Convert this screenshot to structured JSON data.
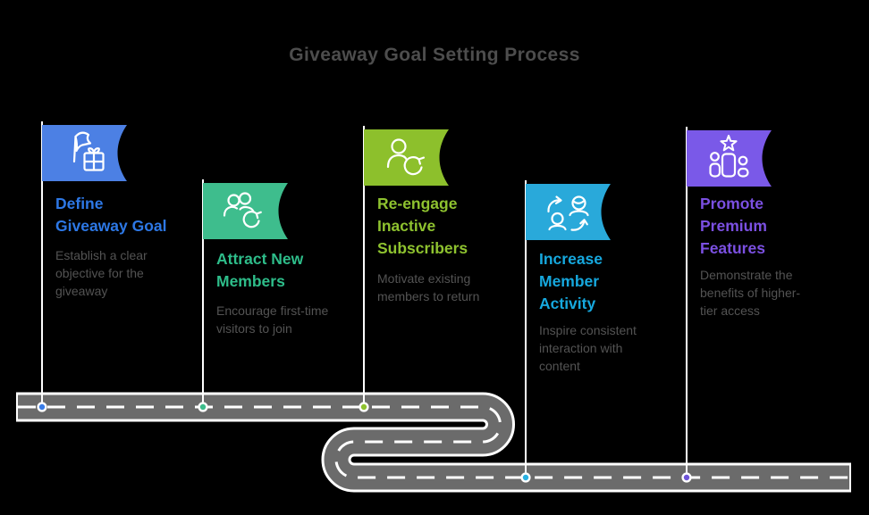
{
  "title": "Giveaway Goal Setting Process",
  "colors": {
    "background": "#000000",
    "road": "#6b6b6b",
    "road_markings": "#ffffff",
    "heading": "#4d4d4d",
    "description_text": "#535353"
  },
  "milestones": [
    {
      "id": 1,
      "icon": "flag-gift-icon",
      "flag_color": "#4c80e4",
      "title_color": "#2d78e6",
      "dot_color": "#3a7de8",
      "title": "Define\nGiveaway Goal",
      "description": "Establish a clear\nobjective for the\ngiveaway"
    },
    {
      "id": 2,
      "icon": "members-refresh-icon",
      "flag_color": "#3ebd8d",
      "title_color": "#2ebd8a",
      "dot_color": "#3dbd8c",
      "title": "Attract New\nMembers",
      "description": "Encourage first-time\nvisitors to join"
    },
    {
      "id": 3,
      "icon": "person-refresh-icon",
      "flag_color": "#8dc02c",
      "title_color": "#8ec22f",
      "dot_color": "#8ec22f",
      "title": "Re-engage\nInactive\nSubscribers",
      "description": "Motivate existing\nmembers to return"
    },
    {
      "id": 4,
      "icon": "members-exchange-icon",
      "flag_color": "#29a9da",
      "title_color": "#16a8de",
      "dot_color": "#2ab1e2",
      "title": "Increase\nMember\nActivity",
      "description": "Inspire consistent\ninteraction with\ncontent"
    },
    {
      "id": 5,
      "icon": "podium-star-icon",
      "flag_color": "#7a59e8",
      "title_color": "#7b50e2",
      "dot_color": "#6f55d9",
      "title": "Promote\nPremium\nFeatures",
      "description": "Demonstrate the\nbenefits of higher-\ntier access"
    }
  ]
}
